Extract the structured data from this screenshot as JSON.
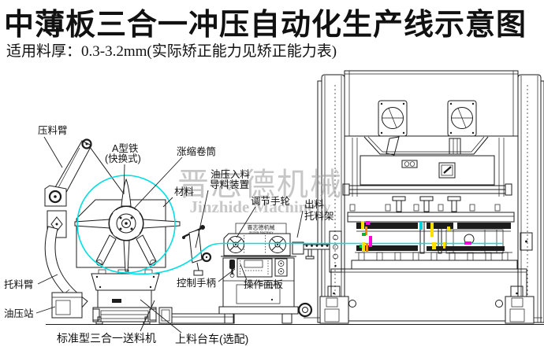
{
  "title": "中薄板三合一冲压自动化生产线示意图",
  "subtitle": "适用料厚：0.3-3.2mm(实际矫正能力见矫正能力表)",
  "watermark": {
    "cn": "晋志德机械",
    "en": "Jinzhide Machinery"
  },
  "brand_plate": {
    "cn": "晋志德机械",
    "en": "Jinzhide Machinery"
  },
  "labels": {
    "press_arm": "压料臂",
    "a_iron_1": "A型铁",
    "a_iron_2": "(快换式)",
    "expanding_drum": "涨缩卷筒",
    "material": "材料",
    "inlet_guide_1": "油压入料",
    "inlet_guide_2": "导料装置",
    "adjust_handwheel": "调节手轮",
    "outfeed_1": "出料",
    "outfeed_2": "托料架",
    "support_arm": "托料臂",
    "hydraulic_station": "油压站",
    "control_handle": "控制手柄",
    "operation_panel": "操作面板",
    "feeder_caption": "标准型三合一送料机",
    "loading_cart": "上料台车(选配)"
  },
  "colors": {
    "material_line": "#00dfe4",
    "die_yellow": "#ffe100",
    "die_magenta": "#ff00e0",
    "die_orange": "#ff8800",
    "die_green": "#00b43c",
    "die_cyan": "#00cfe0"
  }
}
